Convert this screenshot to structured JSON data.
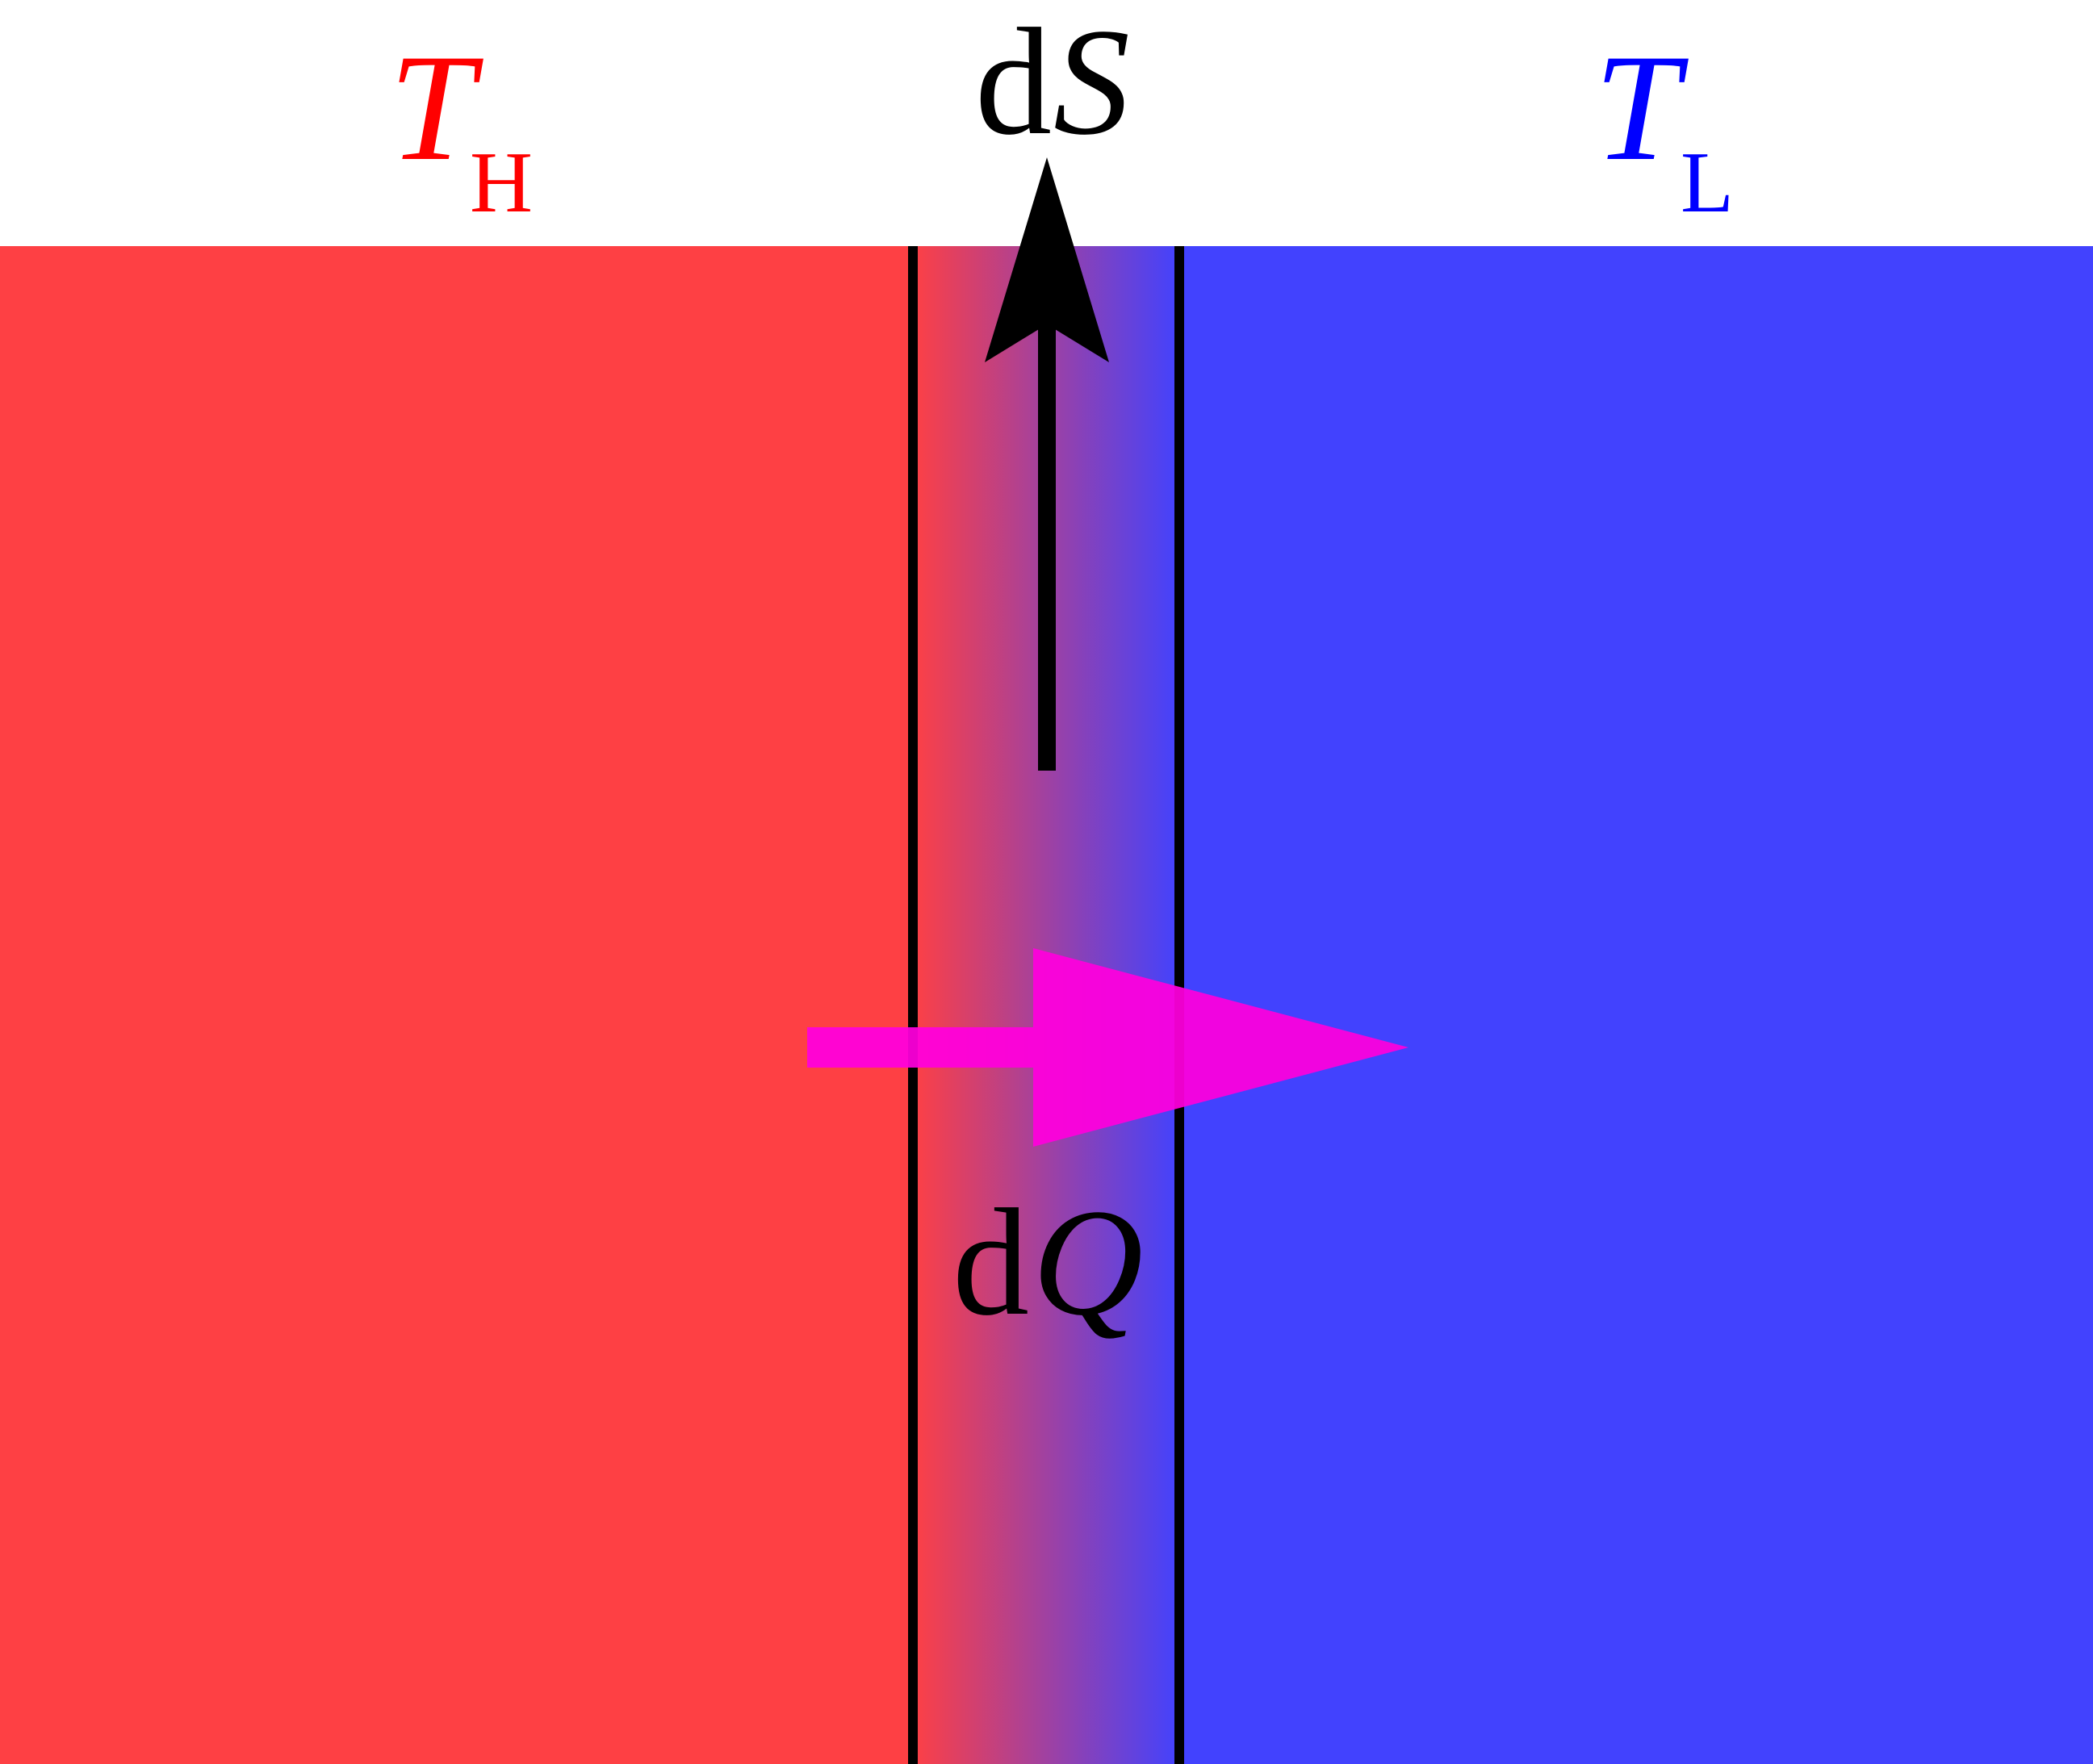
{
  "labels": {
    "hot_main": "T",
    "hot_sub": "H",
    "cold_main": "T",
    "cold_sub": "L",
    "entropy_d": "d",
    "entropy_sym": "S",
    "heat_d": "d",
    "heat_sym": "Q"
  },
  "colors": {
    "hot_region": "#fe4044",
    "cold_region": "#4242fe",
    "hot_label": "#ff0000",
    "cold_label": "#0000ff",
    "heat_arrow": "#ff00dd",
    "boundary_line": "#000000",
    "entropy_arrow": "#000000",
    "background": "#ffffff"
  }
}
